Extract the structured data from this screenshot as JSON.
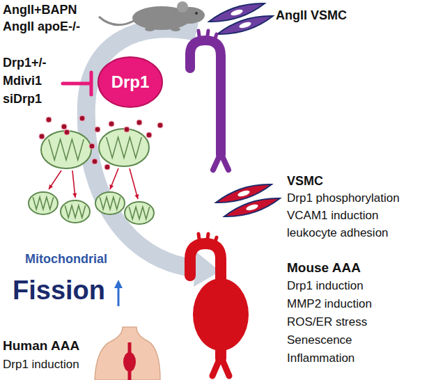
{
  "diagram": {
    "nodes": [
      {
        "text": [
          "Drp1"
        ]
      }
    ],
    "labels": [
      "AngII+BAPN",
      "AngII apoE-/-",
      "AngII VSMC",
      "Drp1+/-",
      "Mdivi1",
      "siDrp1",
      "Mitochondrial",
      "Fission",
      "VSMC",
      "Drp1 phosphorylation",
      "VCAM1 induction",
      "leukocyte adhesion",
      "Mouse AAA",
      "Drp1 induction",
      "MMP2 induction",
      "ROS/ER stress",
      "Senescence",
      "Inflammation",
      "Human AAA",
      "Drp1 induction"
    ]
  }
}
